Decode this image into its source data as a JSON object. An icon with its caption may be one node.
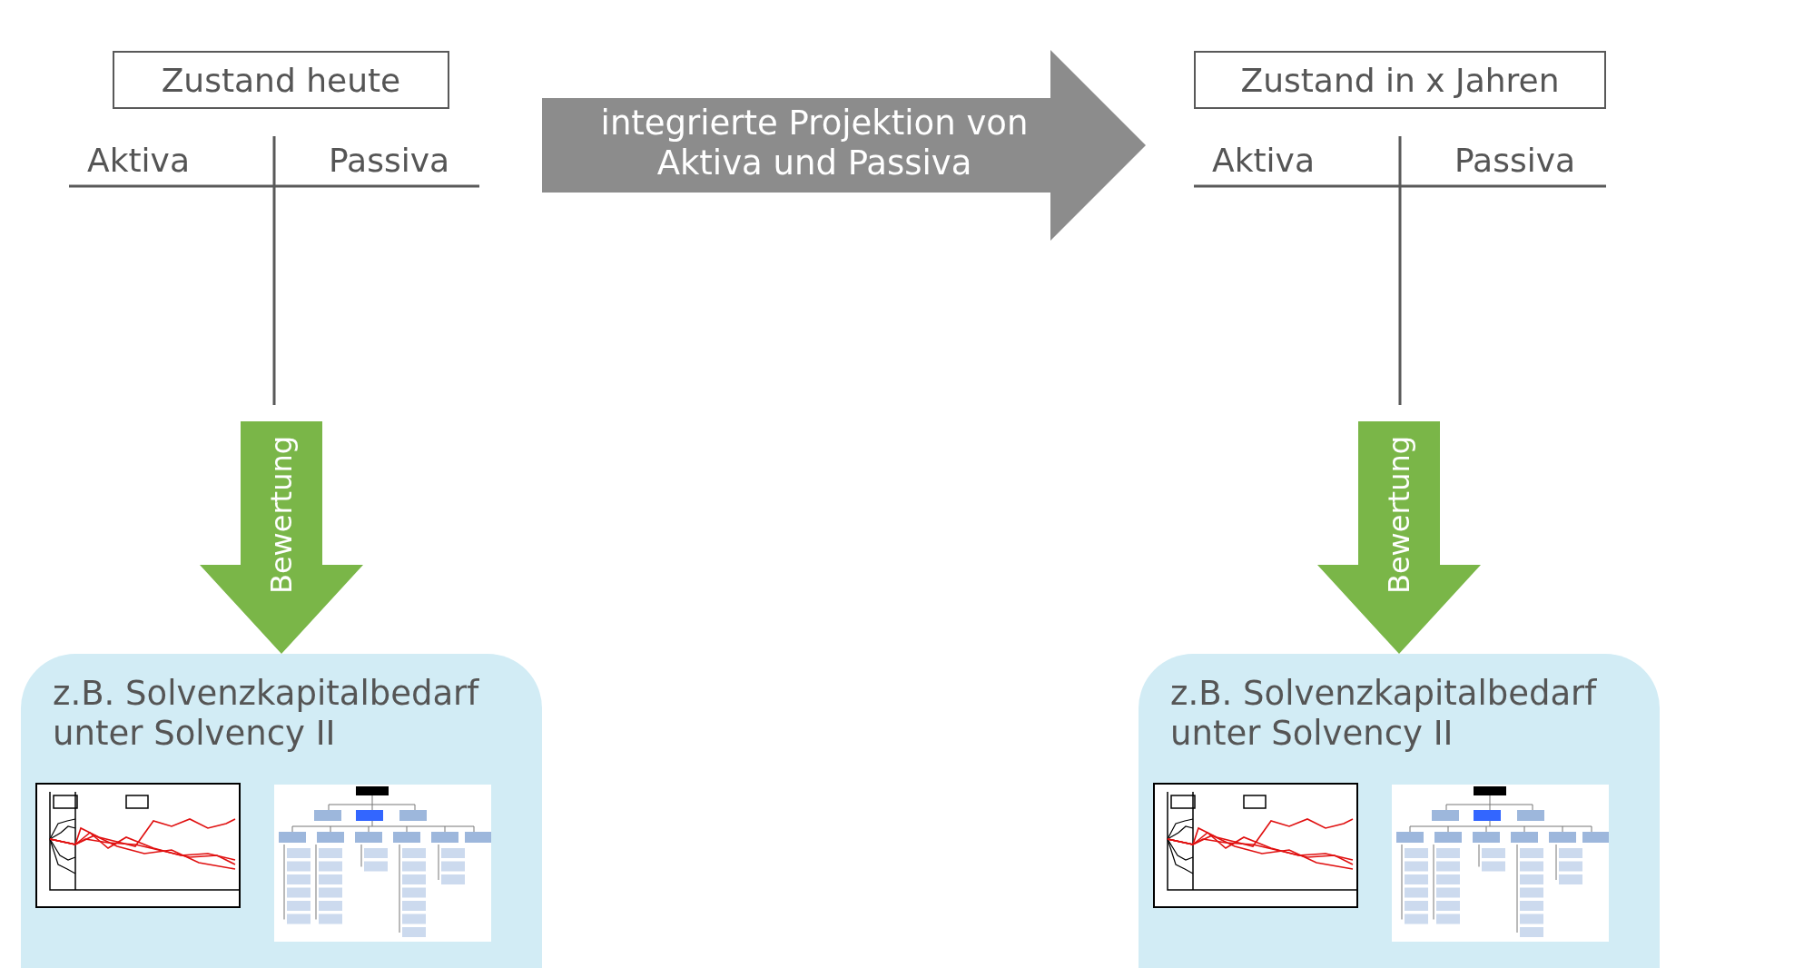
{
  "diagram": {
    "nodes": [
      {
        "text": [
          "Zustand heute"
        ]
      },
      {
        "text": [
          "Aktiva",
          "Passiva"
        ]
      },
      {
        "text": [
          "Zustand in x Jahren"
        ]
      },
      {
        "text": [
          "Aktiva",
          "Passiva"
        ]
      },
      {
        "text": [
          "z.B. Solvenzkapitalbedarf unter Solvency II"
        ]
      },
      {
        "text": [],
        "shape": "picture",
        "in": 4
      },
      {
        "text": [],
        "shape": "picture",
        "in": 4
      },
      {
        "text": [
          "z.B. Solvenzkapitalbedarf unter Solvency II"
        ]
      },
      {
        "text": [],
        "shape": "picture",
        "in": 7
      },
      {
        "text": [],
        "shape": "picture",
        "in": 7
      }
    ],
    "edges": [
      {
        "from": 1,
        "to": 3,
        "arrow": "to",
        "label": "integrierte Projektion von Aktiva und Passiva",
        "style": "thick",
        "color": "#8c8c8c"
      },
      {
        "from": 1,
        "to": 4,
        "arrow": "to",
        "label": "Bewertung",
        "style": "thick",
        "color": "#7ab648"
      },
      {
        "from": 3,
        "to": 7,
        "arrow": "to",
        "label": "Bewertung",
        "style": "thick",
        "color": "#7ab648"
      }
    ]
  }
}
